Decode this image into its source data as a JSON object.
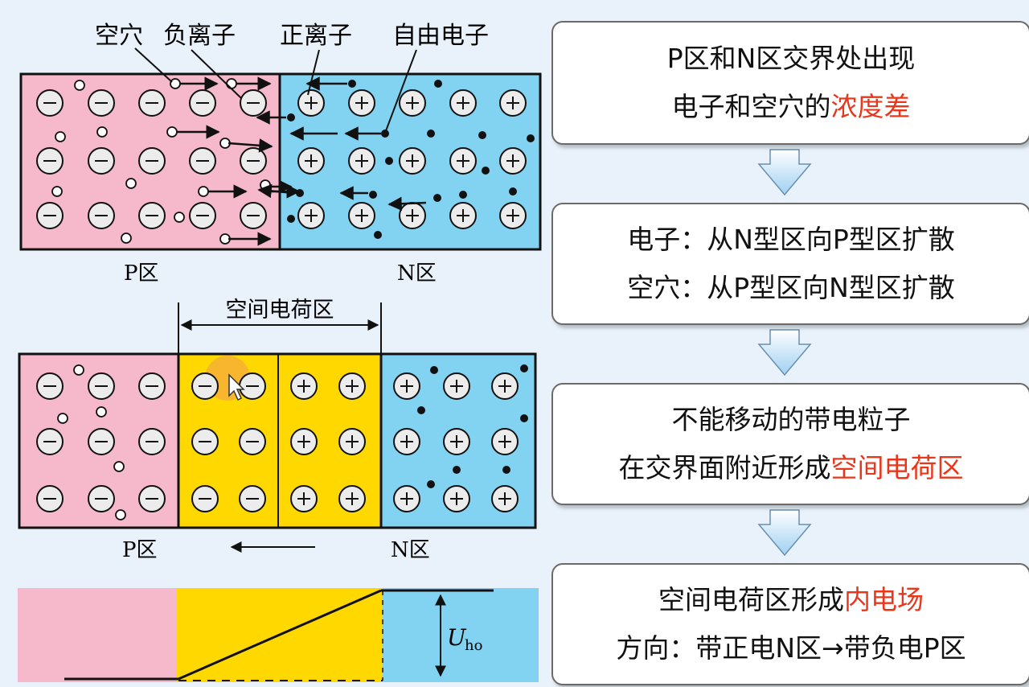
{
  "top_labels": {
    "hole": "空穴",
    "negative_ion": "负离子",
    "positive_ion": "正离子",
    "free_electron": "自由电子"
  },
  "region_labels": {
    "p_top": "P区",
    "n_top": "N区",
    "p_bottom": "P区",
    "n_bottom": "N区"
  },
  "space_charge_label": "空间电荷区",
  "voltage_label_main": "U",
  "voltage_label_sub": "ho",
  "colors": {
    "p_region": "#f6b9cc",
    "n_region": "#82d3f2",
    "depletion": "#ffd800",
    "highlight_text": "#e8371b",
    "cursor_highlight": "#f39a55"
  },
  "steps": [
    {
      "line1": "P区和N区交界处出现",
      "line2_pre": "电子和空穴的",
      "line2_hl": "浓度差"
    },
    {
      "line1": "电子：从N型区向P型区扩散",
      "line2_pre": "空穴：从P型区向N型区扩散",
      "line2_hl": ""
    },
    {
      "line1": "不能移动的带电粒子",
      "line2_pre": "在交界面附近形成",
      "line2_hl": "空间电荷区"
    },
    {
      "line1_pre": "空间电荷区形成",
      "line1_hl": "内电场",
      "line2_pre": "方向：带正电N区→带负电P区",
      "line2_hl": ""
    }
  ],
  "icons": [
    "minus-ion-icon",
    "plus-ion-icon",
    "hole-icon",
    "electron-icon",
    "down-arrow-icon",
    "mouse-cursor-icon"
  ]
}
